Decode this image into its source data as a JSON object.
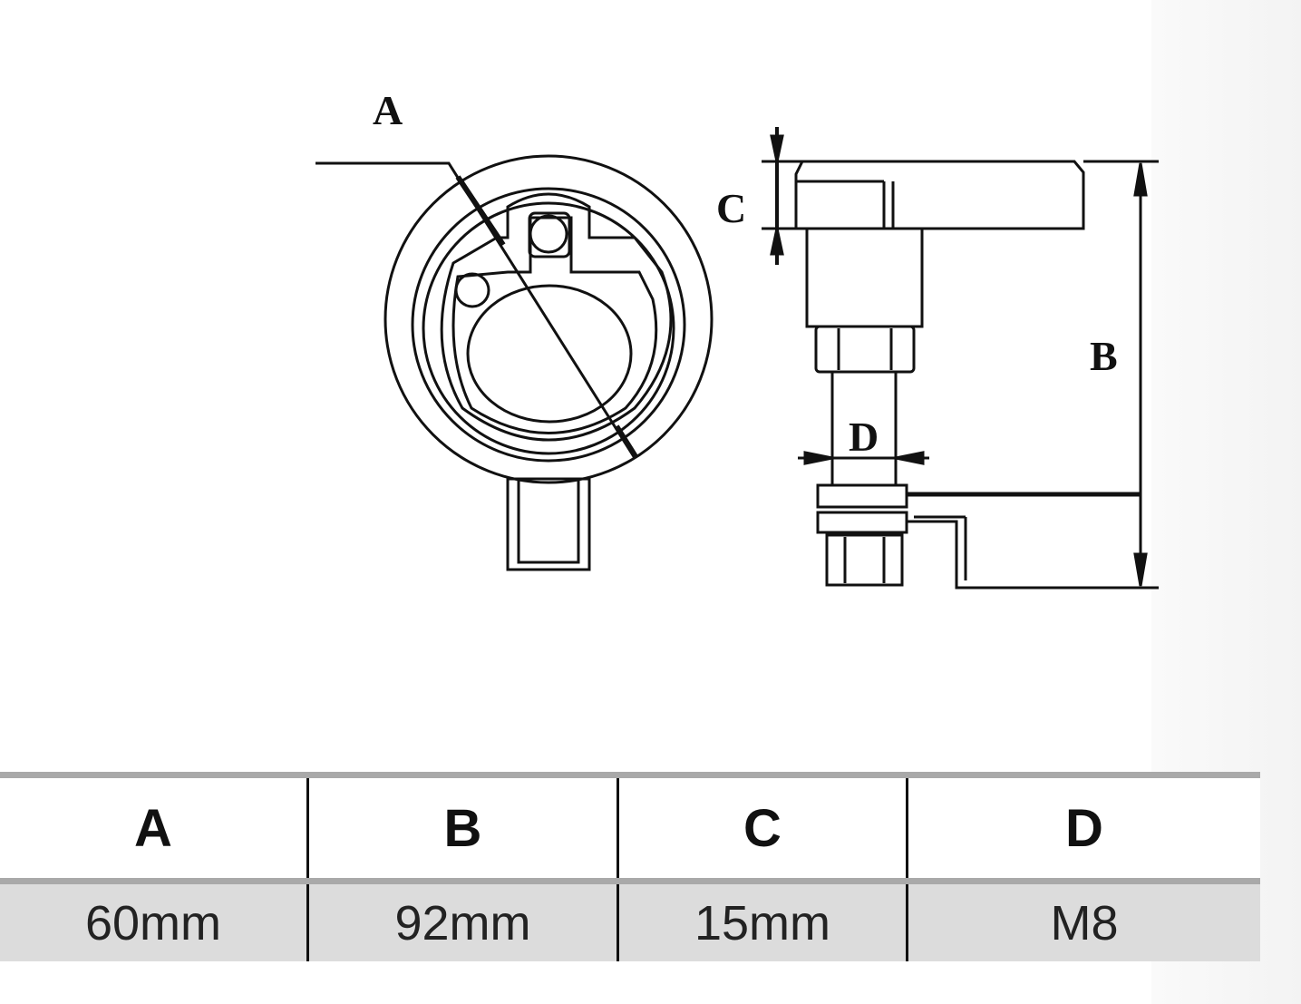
{
  "drawing": {
    "labels": {
      "a": "A",
      "b": "B",
      "c": "C",
      "d": "D"
    }
  },
  "table": {
    "headers": [
      "A",
      "B",
      "C",
      "D"
    ],
    "values": [
      "60mm",
      "92mm",
      "15mm",
      "M8"
    ]
  }
}
